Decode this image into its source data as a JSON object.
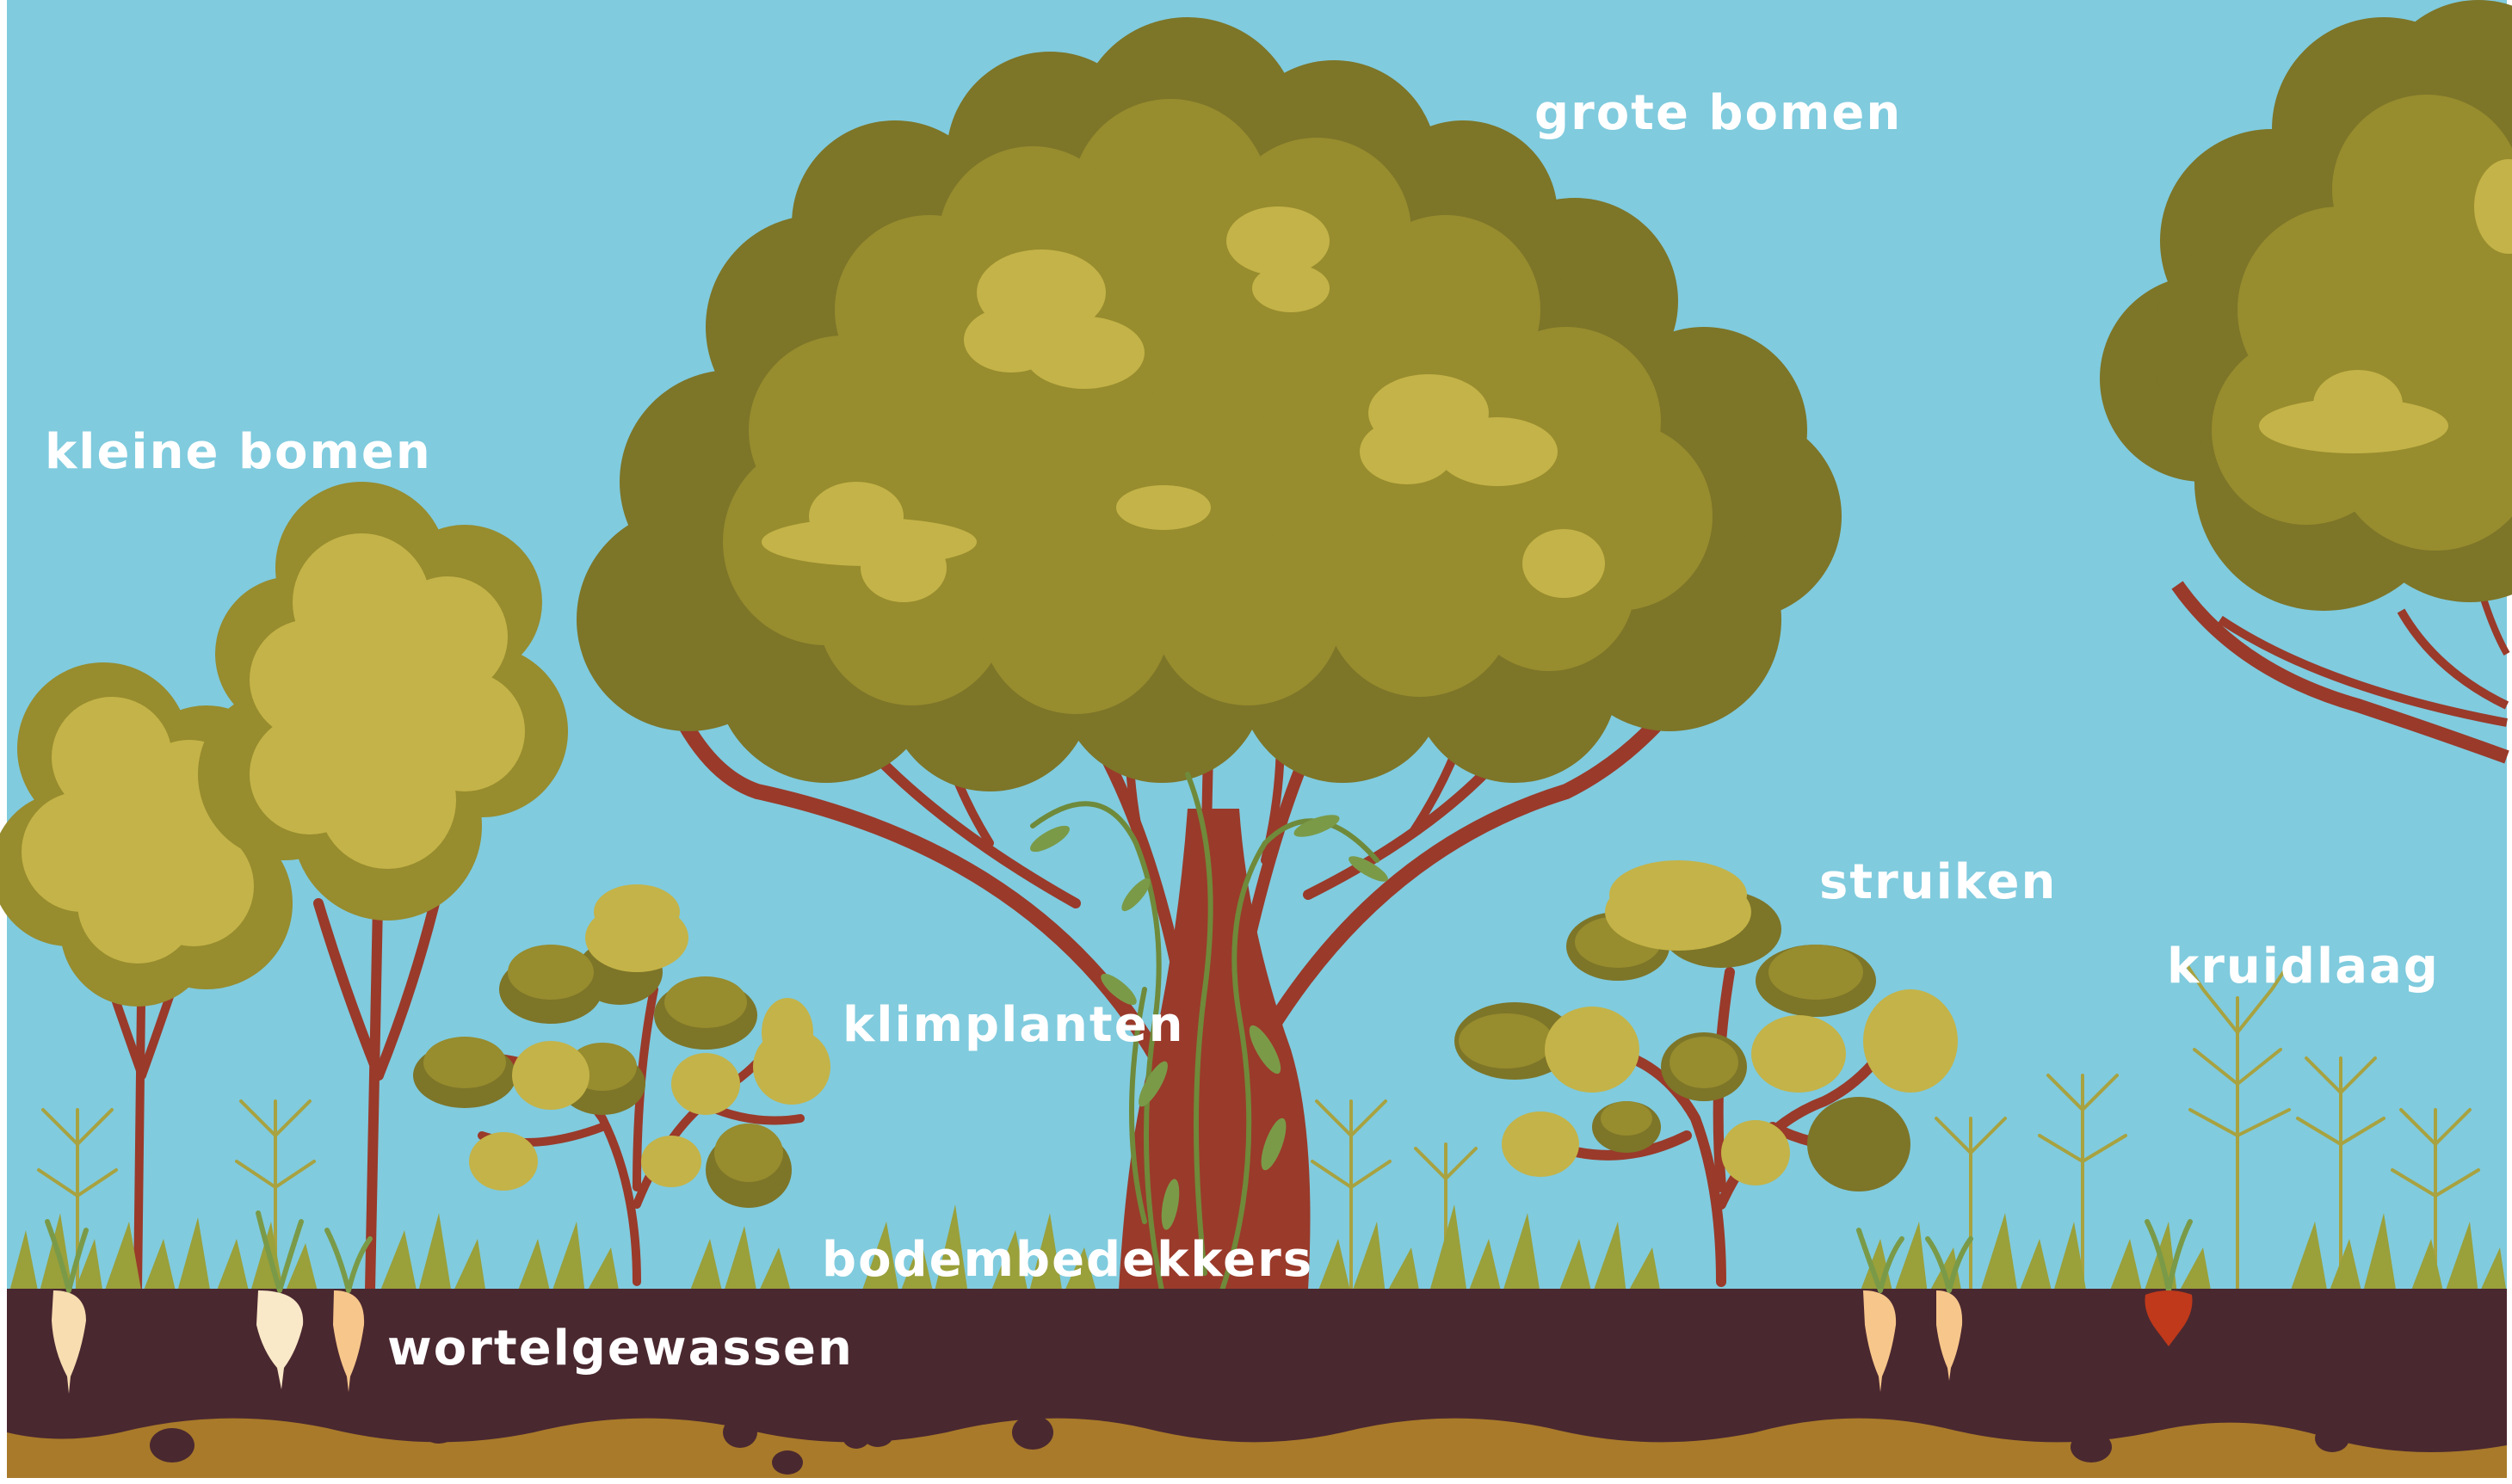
{
  "colors": {
    "sky": "#80cbde",
    "soil_dark": "#4a2830",
    "soil_light": "#a87a2a",
    "trunk": "#9a3a2a",
    "canopy_dark": "#7d7528",
    "canopy_mid": "#978c2e",
    "canopy_light": "#c4b348",
    "grass": "#9aa03a",
    "parsnip": "#f7ddb0",
    "carrot": "#f7c68a",
    "beet": "#c0391a",
    "label": "#ffffff"
  },
  "icons": [
    "large-tree-icon",
    "small-tree-icon",
    "shrub-icon",
    "vine-icon",
    "herb-icon",
    "grass-icon",
    "root-vegetable-icon"
  ],
  "labels": {
    "grote_bomen": "grote bomen",
    "kleine_bomen": "kleine bomen",
    "struiken": "struiken",
    "kruidlaag": "kruidlaag",
    "klimplanten": "klimplanten",
    "bodembedekkers": "bodembedekkers",
    "wortelgewassen": "wortelgewassen"
  }
}
